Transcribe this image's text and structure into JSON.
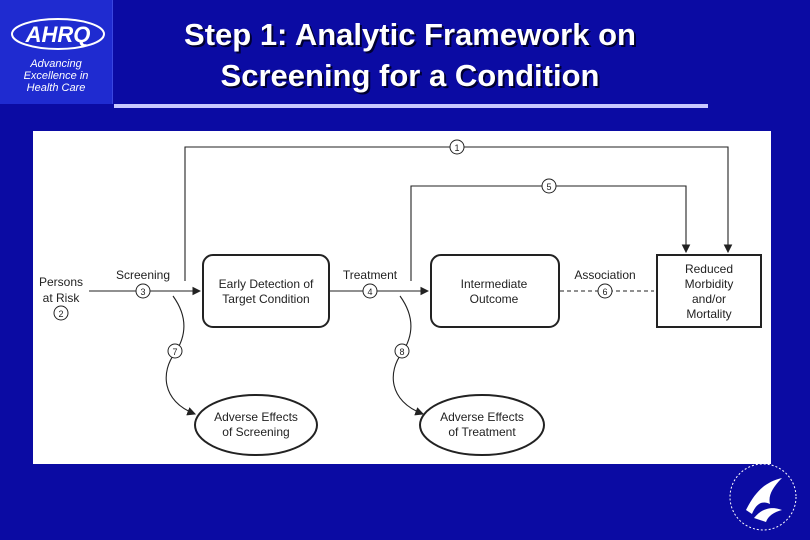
{
  "header": {
    "logo_text": "AHRQ",
    "logo_tagline": [
      "Advancing",
      "Excellence in",
      "Health Care"
    ],
    "title_lines": [
      "Step 1: Analytic Framework on",
      "Screening for a Condition"
    ]
  },
  "diagram": {
    "nodes": {
      "persons": [
        "Persons",
        "at Risk"
      ],
      "early_detection": [
        "Early Detection of",
        "Target Condition"
      ],
      "intermediate": [
        "Intermediate",
        "Outcome"
      ],
      "reduced": [
        "Reduced",
        "Morbidity",
        "and/or",
        "Mortality"
      ],
      "adverse_screening": [
        "Adverse Effects",
        "of Screening"
      ],
      "adverse_treatment": [
        "Adverse Effects",
        "of Treatment"
      ]
    },
    "edge_labels": {
      "screening": "Screening",
      "treatment": "Treatment",
      "association": "Association"
    },
    "markers": [
      "1",
      "2",
      "3",
      "4",
      "5",
      "6",
      "7",
      "8"
    ]
  },
  "colors": {
    "background": "#0b0ba3",
    "logo_panel": "#1f2bd0",
    "title_text": "#ffffff",
    "rule": "#c8c8ff"
  }
}
